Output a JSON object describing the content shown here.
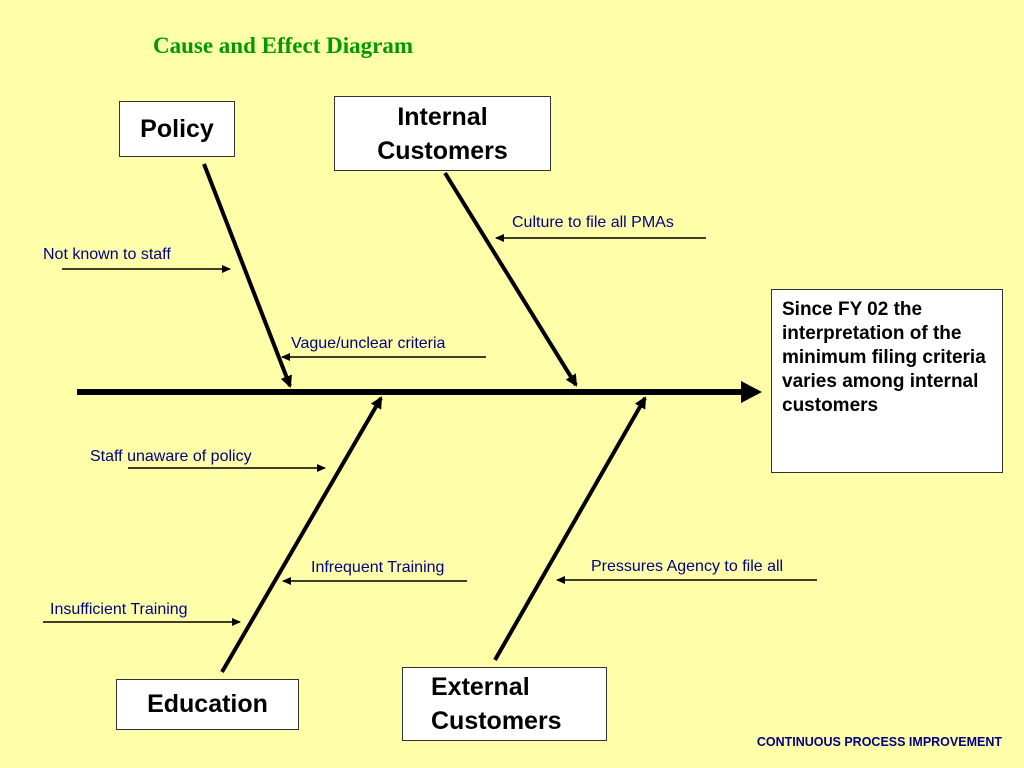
{
  "title": "Cause and Effect Diagram",
  "categories": {
    "policy": "Policy",
    "internal_customers": [
      "Internal",
      "Customers"
    ],
    "education": "Education",
    "external_customers": [
      "External",
      "Customers"
    ]
  },
  "effect": "Since  FY 02 the interpretation of the minimum filing criteria varies among internal customers",
  "causes": {
    "not_known": "Not known to staff",
    "vague_criteria": "Vague/unclear criteria",
    "culture_pmas": "Culture to file all PMAs",
    "staff_unaware": "Staff unaware of policy",
    "infrequent_training": "Infrequent Training",
    "insufficient_training": "Insufficient Training",
    "pressures_agency": "Pressures Agency to file all"
  },
  "footer": "CONTINUOUS PROCESS IMPROVEMENT",
  "colors": {
    "background": "#FFFFAA",
    "title": "#009900",
    "cause_text": "#000080",
    "lines": "#000000"
  }
}
